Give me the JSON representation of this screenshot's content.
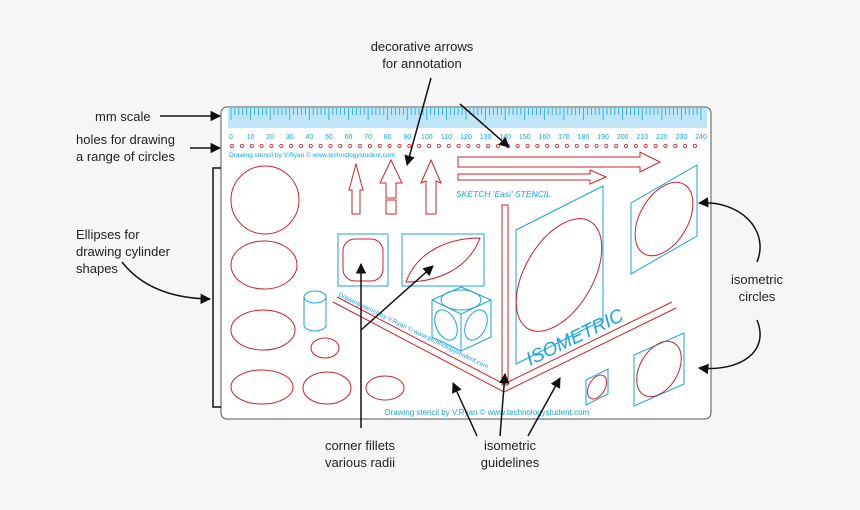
{
  "callouts": {
    "mm_scale": "mm scale",
    "holes_line1": "holes for drawing",
    "holes_line2": "a range of circles",
    "ellipses_line1": "Ellipses for",
    "ellipses_line2": "drawing cylinder",
    "ellipses_line3": "shapes",
    "arrows_line1": "decorative arrows",
    "arrows_line2": "for annotation",
    "iso_circles_line1": "isometric",
    "iso_circles_line2": "circles",
    "fillets_line1": "corner fillets",
    "fillets_line2": "various radii",
    "guidelines_line1": "isometric",
    "guidelines_line2": "guidelines"
  },
  "stencil": {
    "scale_ticks": [
      "0",
      "10",
      "20",
      "30",
      "40",
      "50",
      "60",
      "70",
      "80",
      "90",
      "100",
      "110",
      "120",
      "130",
      "140",
      "150",
      "160",
      "170",
      "180",
      "190",
      "200",
      "210",
      "220",
      "230",
      "240"
    ],
    "credit_small": "Drawing stencil by V.Ryan © www.technologystudent.com",
    "credit_bottom": "Drawing stencil by V.Ryan © www.technologystudent.com",
    "credit_diagonal": "Drawing stencil by V.Ryan © www.technologystudent.com",
    "sketch_label": "SKETCH 'Easi' STENCIL",
    "isometric_label": "ISOMETRIC"
  },
  "colors": {
    "red": "#d0202a",
    "cyan": "#1aa5dc",
    "outline": "#555555",
    "text": "#222222"
  }
}
